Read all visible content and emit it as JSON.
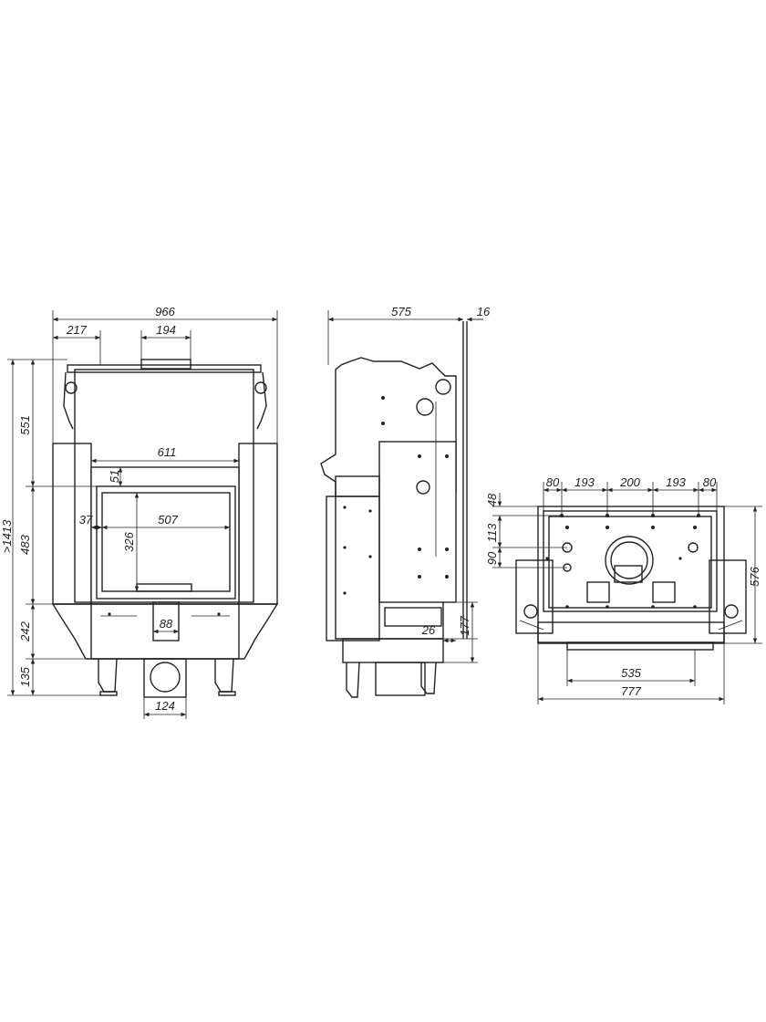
{
  "colors": {
    "line": "#222222",
    "background": "#ffffff"
  },
  "front_view": {
    "overall_width": "966",
    "left_offset": "217",
    "flue_width": "194",
    "glass_width": "611",
    "glass_top_offset": "51",
    "side_gap": "37",
    "glass_inner_width": "507",
    "glass_height": "326",
    "overall_height": ">1413",
    "upper_height": "551",
    "middle_height": "483",
    "lower_height": "242",
    "leg_height": "135",
    "inlet_width": "88",
    "duct_width": "124"
  },
  "side_view": {
    "depth": "575",
    "frame_thickness": "16",
    "base_offset": "26",
    "base_height": "177"
  },
  "top_view": {
    "spacing_outer_left": "80",
    "spacing_left": "193",
    "spacing_center": "200",
    "spacing_right": "193",
    "spacing_outer_right": "80",
    "row_1": "48",
    "row_2": "113",
    "row_3": "90",
    "depth": "576",
    "inner_width": "535",
    "overall_width": "777"
  }
}
